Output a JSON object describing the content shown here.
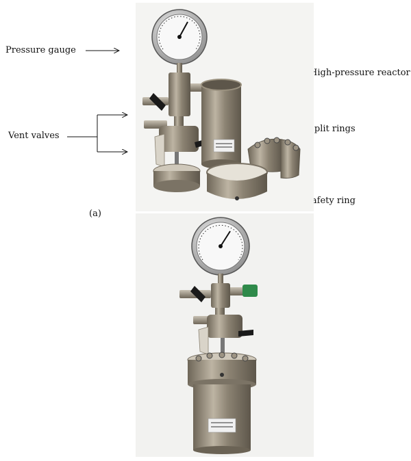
{
  "labels": {
    "pressure_gauge": "Pressure gauge",
    "high_pressure_reactor": "High-pressure reactor",
    "vent_valves": "Vent valves",
    "split_rings": "Split rings",
    "safety_ring": "Safety ring",
    "panel_a": "(a)"
  },
  "colors": {
    "steel": "#a59a88",
    "steel_dark": "#6b6355",
    "gauge_face": "#f6f6f6",
    "valve_green": "#2f8a4a",
    "handle_black": "#1a1a1a"
  }
}
